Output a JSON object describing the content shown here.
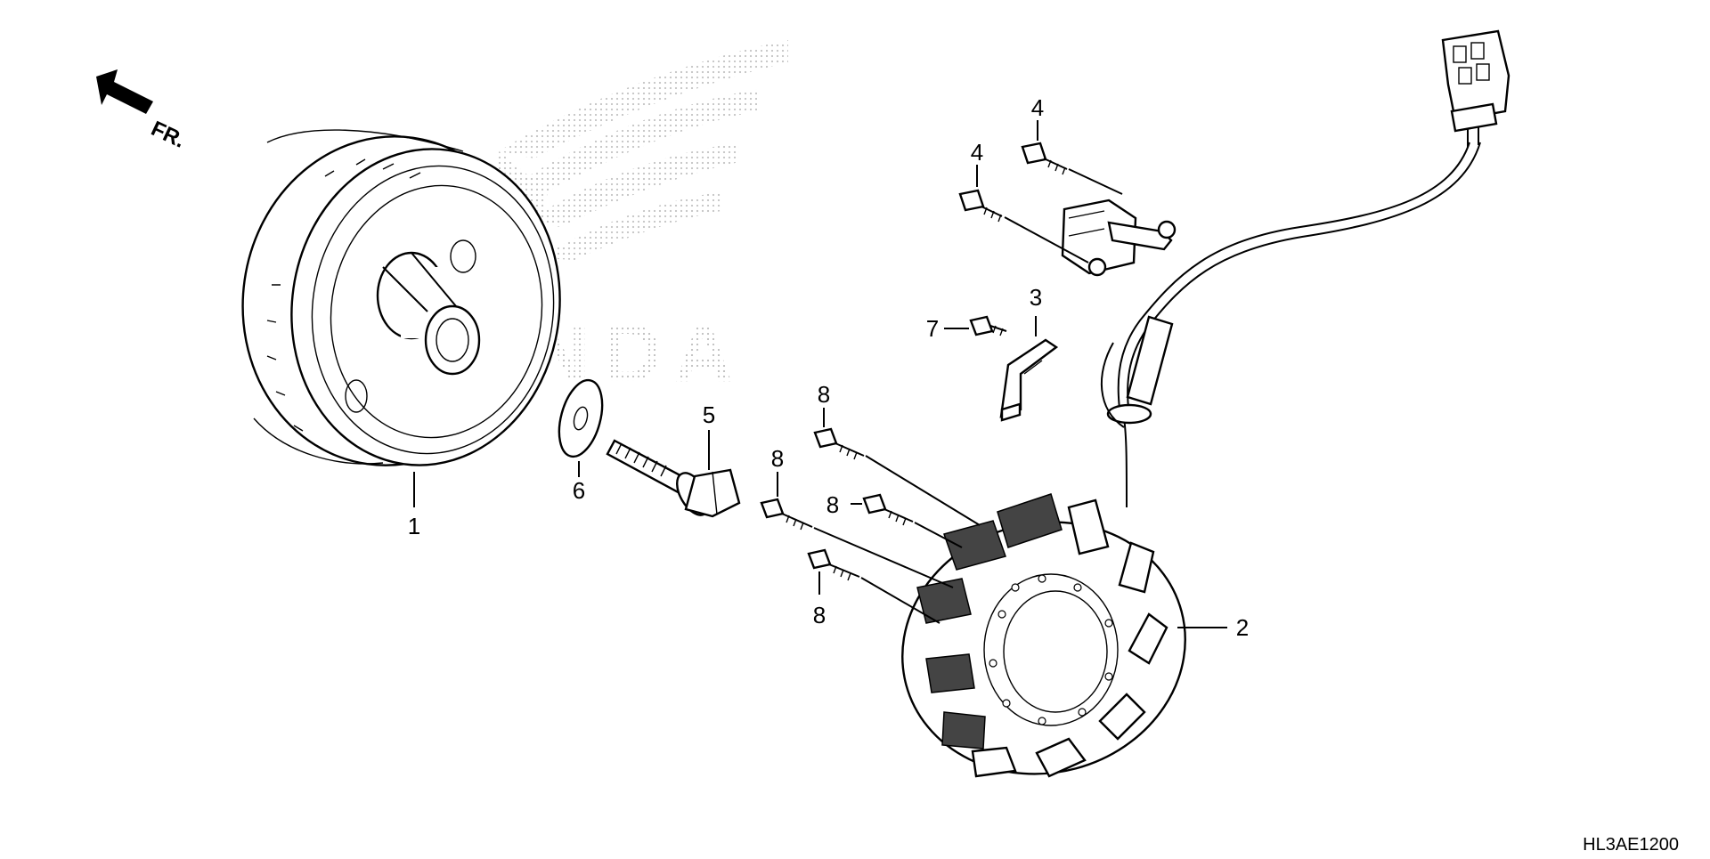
{
  "diagram": {
    "direction_label": "FR.",
    "reference_code": "HL3AE1200",
    "watermark_text": "HONDA",
    "callouts": {
      "c1": "1",
      "c2": "2",
      "c3": "3",
      "c4a": "4",
      "c4b": "4",
      "c5": "5",
      "c6": "6",
      "c7": "7",
      "c8a": "8",
      "c8b": "8",
      "c8c": "8",
      "c8d": "8"
    }
  },
  "colors": {
    "line": "#000000",
    "background": "#ffffff",
    "watermark": "#cfcfcf"
  },
  "icons": [
    "front-direction-arrow-icon"
  ]
}
